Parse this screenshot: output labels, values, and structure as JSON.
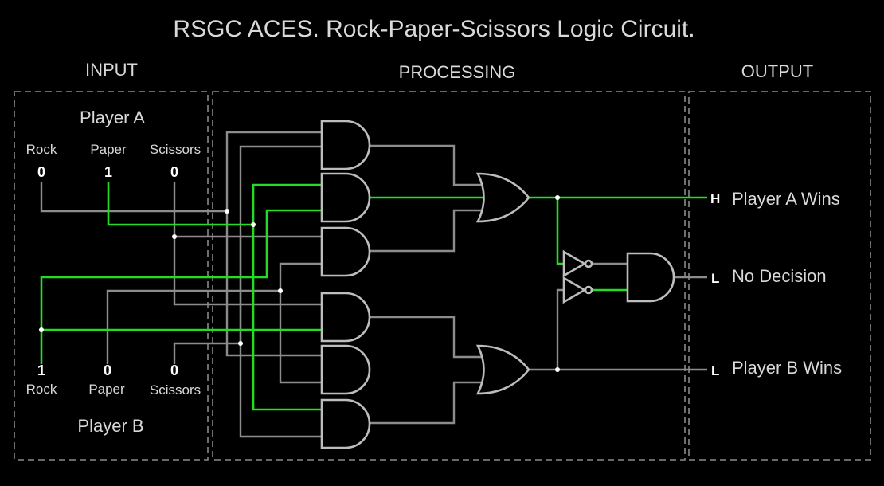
{
  "title": "RSGC ACES. Rock-Paper-Scissors Logic Circuit.",
  "sections": {
    "input": "INPUT",
    "processing": "PROCESSING",
    "output": "OUTPUT"
  },
  "player_a": {
    "label": "Player A",
    "inputs": [
      {
        "name": "Rock",
        "value": "0"
      },
      {
        "name": "Paper",
        "value": "1"
      },
      {
        "name": "Scissors",
        "value": "0"
      }
    ]
  },
  "player_b": {
    "label": "Player B",
    "inputs": [
      {
        "name": "Rock",
        "value": "1"
      },
      {
        "name": "Paper",
        "value": "0"
      },
      {
        "name": "Scissors",
        "value": "0"
      }
    ]
  },
  "outputs": [
    {
      "level": "H",
      "label": "Player A Wins"
    },
    {
      "level": "L",
      "label": "No Decision"
    },
    {
      "level": "L",
      "label": "Player B Wins"
    }
  ],
  "colors": {
    "active_wire": "#22dd22",
    "inactive_wire": "#8c8c8c",
    "gate": "#bdbdbd",
    "background": "#000000"
  }
}
